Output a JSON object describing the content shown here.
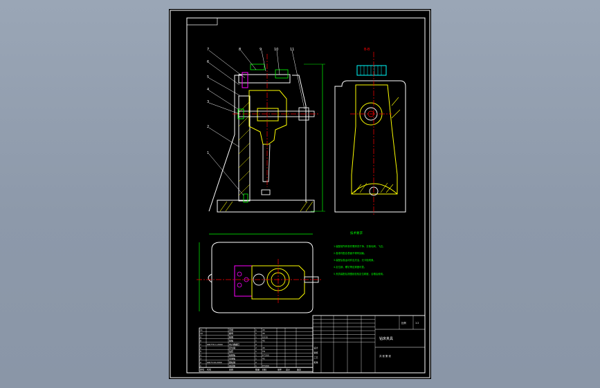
{
  "viewport": {
    "background": "#8f9bab"
  },
  "sheet": {
    "colors": {
      "frame": "#ffffff",
      "part": "#ffff00",
      "center": "#ff0000",
      "dim": "#00ff00",
      "hatch": "#ffff00",
      "bolt": "#ff00ff",
      "bg": "#000000"
    },
    "balloons": [
      "7",
      "8",
      "9",
      "10",
      "11",
      "6",
      "5",
      "4",
      "3",
      "2",
      "1"
    ],
    "section_label": "B-B",
    "notes_title": "技术要求",
    "notes": [
      "1.装配前所有零件需清洗干净，去除毛刺、飞边。",
      "2.各零件配合表面不得有划痕。",
      "3.装配后各运动件应灵活，无卡阻现象。",
      "4.定位销、螺钉等应紧固可靠。",
      "5.夹具装配后按图纸检验定位精度，合格后使用。"
    ],
    "title_block": {
      "col_headers": [
        "序号",
        "代号",
        "名称",
        "数量",
        "材料",
        "单件",
        "总计",
        "备注"
      ],
      "parts_rows": [
        [
          "11",
          "",
          "手柄",
          "1",
          "45",
          "",
          "",
          ""
        ],
        [
          "10",
          "",
          "螺母",
          "1",
          "45",
          "",
          "",
          ""
        ],
        [
          "9",
          "",
          "垫圈",
          "1",
          "Q235",
          "",
          "",
          ""
        ],
        [
          "8",
          "",
          "压板",
          "1",
          "45",
          "",
          "",
          ""
        ],
        [
          "7",
          "GB/T70.1-2000",
          "内六角螺钉",
          "2",
          "",
          "",
          "",
          ""
        ],
        [
          "6",
          "",
          "定位销",
          "2",
          "45",
          "",
          "",
          ""
        ],
        [
          "5",
          "",
          "钻套",
          "1",
          "T8",
          "",
          "",
          ""
        ],
        [
          "4",
          "",
          "钻模板",
          "1",
          "HT200",
          "",
          "",
          ""
        ],
        [
          "3",
          "",
          "支承板",
          "1",
          "45",
          "",
          "",
          ""
        ],
        [
          "2",
          "GB/T119-2000",
          "圆柱销",
          "2",
          "",
          "",
          "",
          ""
        ],
        [
          "1",
          "",
          "夹具体",
          "1",
          "HT200",
          "",
          "",
          ""
        ]
      ],
      "drawing_title": "钻床夹具",
      "scale_label": "比例",
      "scale_value": "1:2",
      "sheet_info": "共 张 第 张",
      "sign_labels": [
        "设计",
        "审核",
        "工艺",
        "批准"
      ]
    }
  }
}
